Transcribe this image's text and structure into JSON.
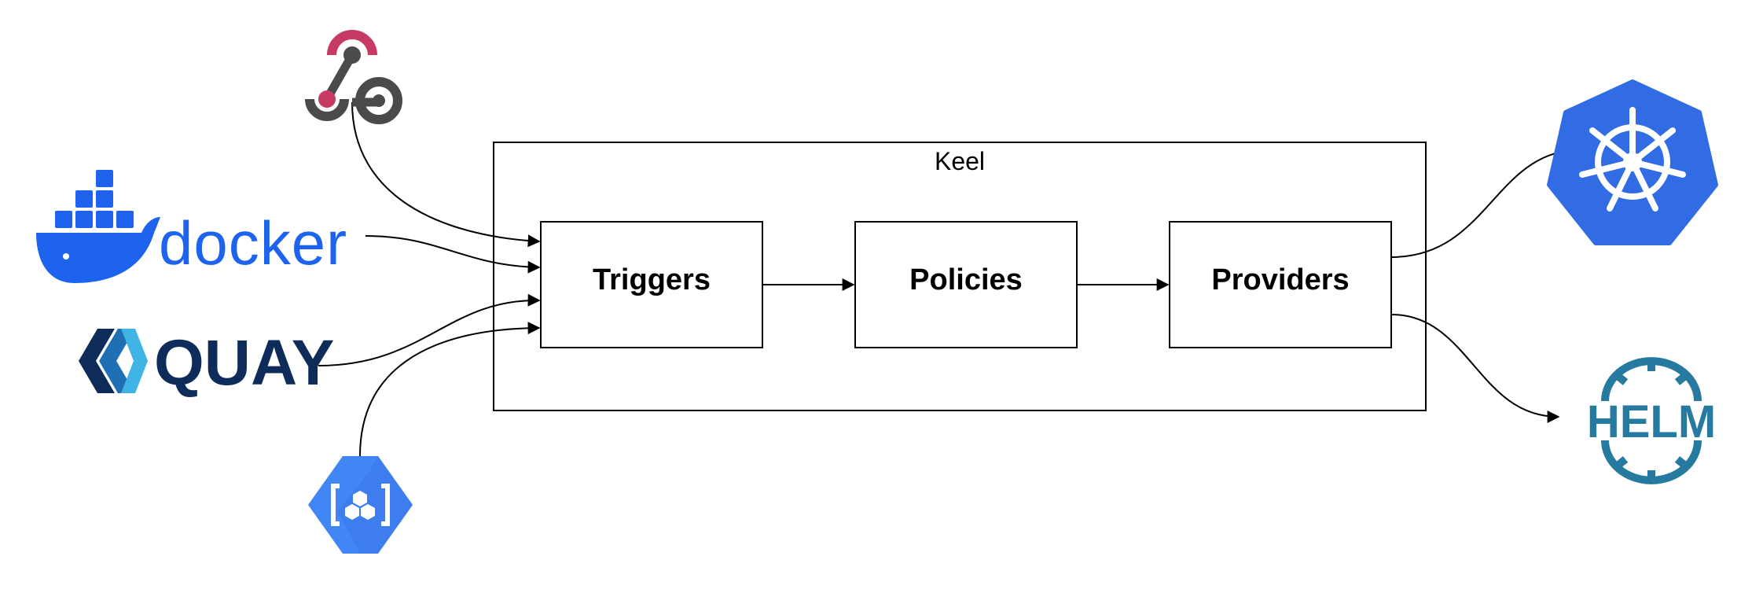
{
  "container": {
    "label": "Keel"
  },
  "stages": [
    {
      "id": "triggers",
      "label": "Triggers"
    },
    {
      "id": "policies",
      "label": "Policies"
    },
    {
      "id": "providers",
      "label": "Providers"
    }
  ],
  "sources": [
    {
      "icon": "webhook-icon",
      "color": "#c73a63"
    },
    {
      "icon": "docker-logo",
      "text": "docker",
      "color": "#1d63ed"
    },
    {
      "icon": "quay-logo",
      "text": "QUAY",
      "color": "#0d2c59"
    },
    {
      "icon": "google-container-registry-icon",
      "color": "#4285f4"
    }
  ],
  "targets": [
    {
      "icon": "kubernetes-icon",
      "color": "#326ce5"
    },
    {
      "icon": "helm-logo",
      "text": "HELM",
      "color": "#277a9f"
    }
  ]
}
